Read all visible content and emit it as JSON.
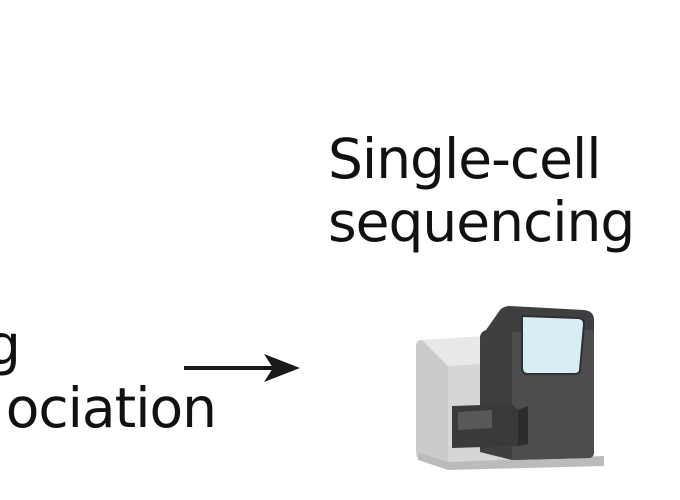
{
  "previous_step": {
    "label_lines": [
      "g",
      "ociation"
    ]
  },
  "next_step": {
    "label_lines": [
      "Single-cell",
      "sequencing"
    ]
  },
  "arrow": {
    "icon": "right-arrow-icon",
    "color": "#1a1a1a"
  },
  "sequencer": {
    "icon": "sequencing-machine-icon",
    "colors": {
      "body_light": "#d4d6d8",
      "body_dark": "#4a4a4c",
      "screen": "#d8eef4"
    }
  }
}
